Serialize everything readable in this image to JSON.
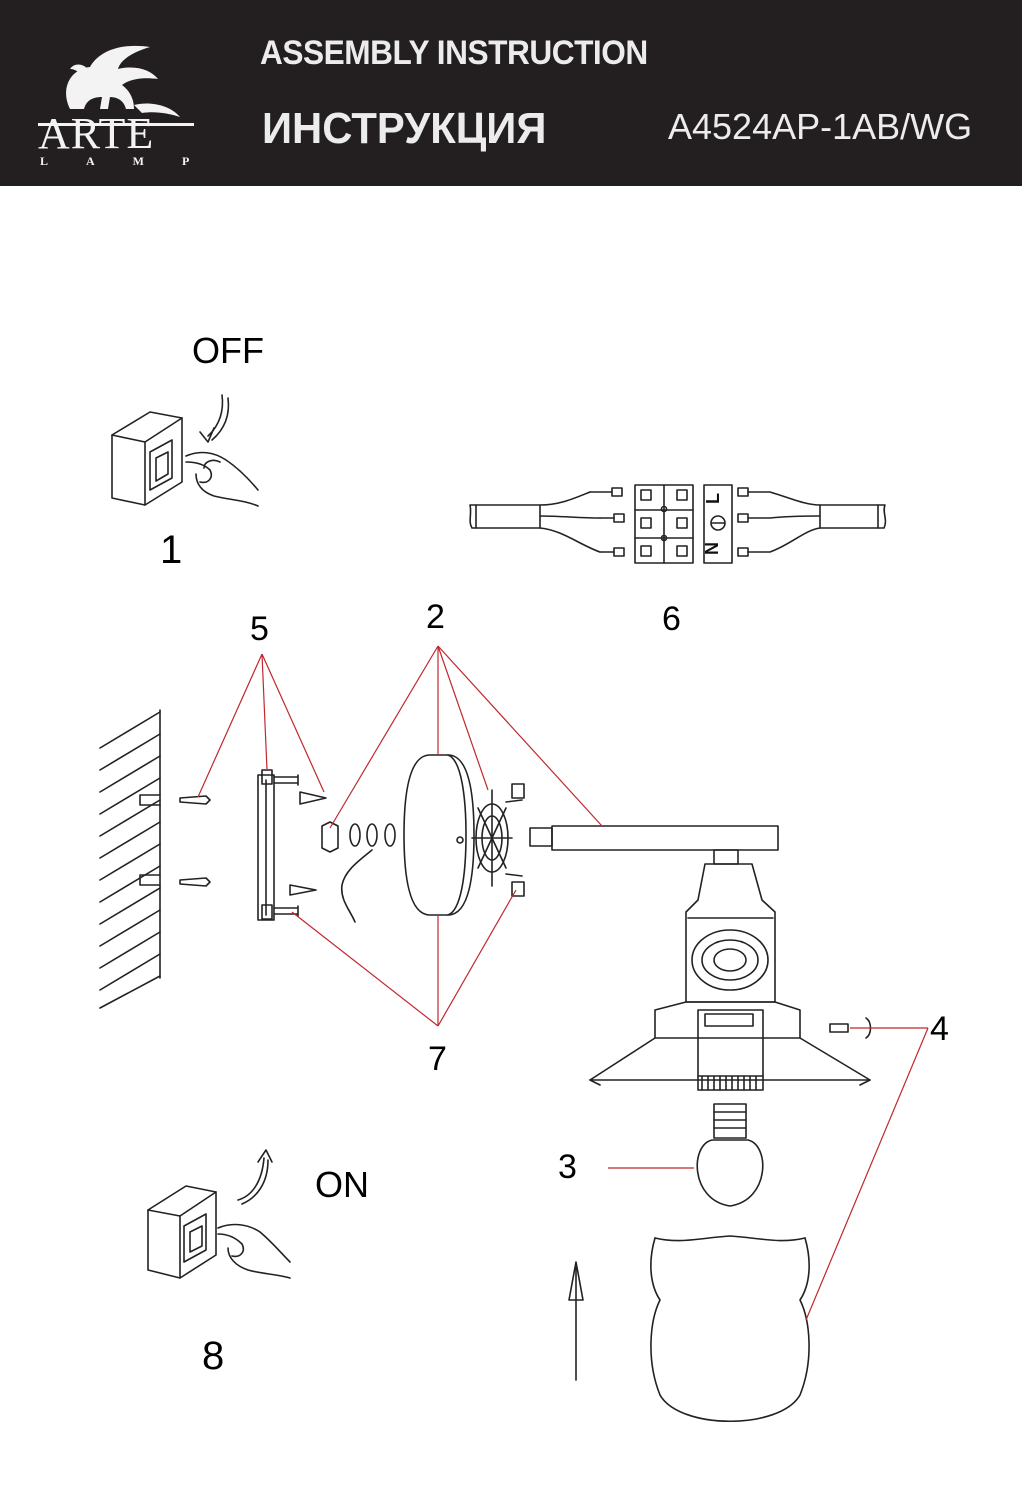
{
  "header": {
    "brand": "ARTE",
    "brand_sub": "LAMP",
    "title_en": "ASSEMBLY INSTRUCTION",
    "title_ru": "ИНСТРУКЦИЯ",
    "model": "A4524AP-1AB/WG"
  },
  "steps": {
    "off_label": "OFF",
    "on_label": "ON",
    "n1": "1",
    "n2": "2",
    "n3": "3",
    "n4": "4",
    "n5": "5",
    "n6": "6",
    "n7": "7",
    "n8": "8"
  },
  "terminal": {
    "n": "N",
    "l": "L"
  },
  "colors": {
    "header_bg": "#231f20",
    "leader": "#c0282d",
    "line": "#222222"
  }
}
